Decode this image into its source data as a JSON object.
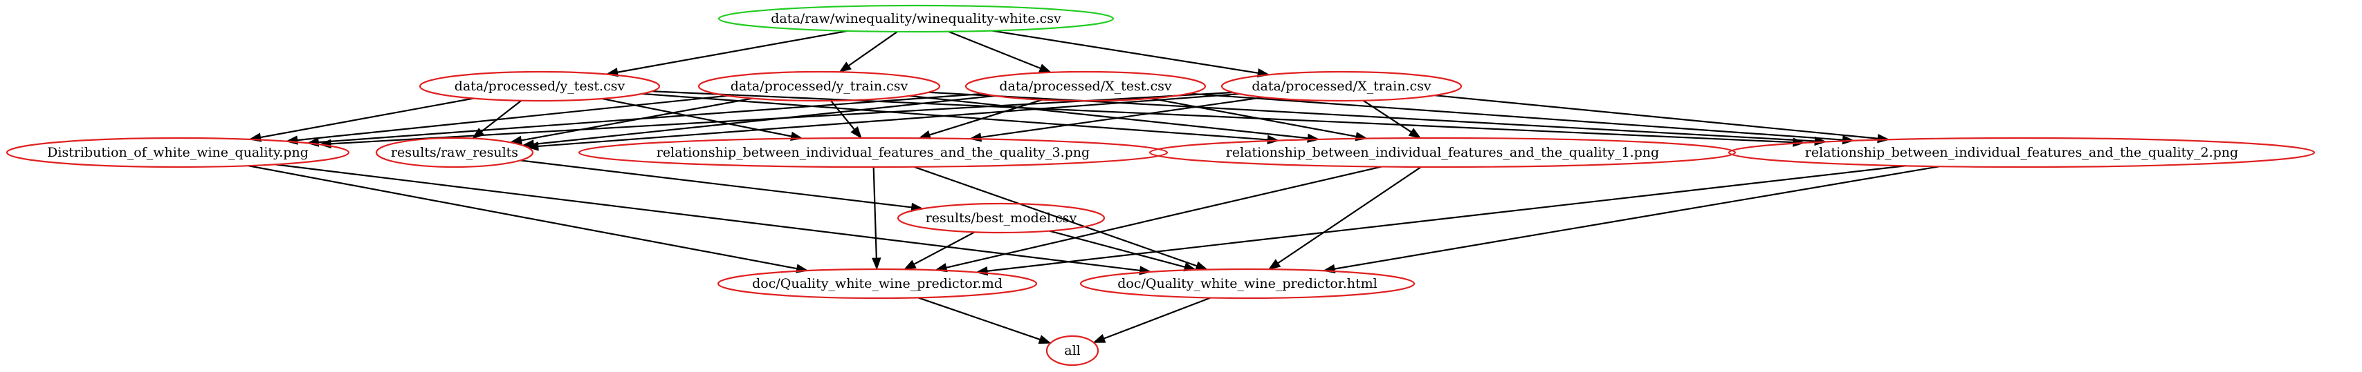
{
  "colors": {
    "source_border": "#22cc22",
    "node_border": "#e02020",
    "edge": "#000000"
  },
  "nodes": [
    {
      "id": "raw",
      "label": "data/raw/winequality/winequality-white.csv",
      "border": "source"
    },
    {
      "id": "ytest",
      "label": "data/processed/y_test.csv",
      "border": "node"
    },
    {
      "id": "ytrain",
      "label": "data/processed/y_train.csv",
      "border": "node"
    },
    {
      "id": "xtest",
      "label": "data/processed/X_test.csv",
      "border": "node"
    },
    {
      "id": "xtrain",
      "label": "data/processed/X_train.csv",
      "border": "node"
    },
    {
      "id": "dist",
      "label": "Distribution_of_white_wine_quality.png",
      "border": "node"
    },
    {
      "id": "raw_results",
      "label": "results/raw_results",
      "border": "node"
    },
    {
      "id": "rel3",
      "label": "relationship_between_individual_features_and_the_quality_3.png",
      "border": "node"
    },
    {
      "id": "rel1",
      "label": "relationship_between_individual_features_and_the_quality_1.png",
      "border": "node"
    },
    {
      "id": "rel2",
      "label": "relationship_between_individual_features_and_the_quality_2.png",
      "border": "node"
    },
    {
      "id": "best",
      "label": "results/best_model.csv",
      "border": "node"
    },
    {
      "id": "md",
      "label": "doc/Quality_white_wine_predictor.md",
      "border": "node"
    },
    {
      "id": "html",
      "label": "doc/Quality_white_wine_predictor.html",
      "border": "node"
    },
    {
      "id": "all",
      "label": "all",
      "border": "node"
    }
  ],
  "edges": [
    [
      "raw",
      "ytest"
    ],
    [
      "raw",
      "ytrain"
    ],
    [
      "raw",
      "xtest"
    ],
    [
      "raw",
      "xtrain"
    ],
    [
      "ytest",
      "dist"
    ],
    [
      "ytest",
      "raw_results"
    ],
    [
      "ytest",
      "rel3"
    ],
    [
      "ytest",
      "rel1"
    ],
    [
      "ytest",
      "rel2"
    ],
    [
      "ytrain",
      "dist"
    ],
    [
      "ytrain",
      "raw_results"
    ],
    [
      "ytrain",
      "rel3"
    ],
    [
      "ytrain",
      "rel1"
    ],
    [
      "ytrain",
      "rel2"
    ],
    [
      "xtest",
      "dist"
    ],
    [
      "xtest",
      "raw_results"
    ],
    [
      "xtest",
      "rel3"
    ],
    [
      "xtest",
      "rel1"
    ],
    [
      "xtest",
      "rel2"
    ],
    [
      "xtrain",
      "dist"
    ],
    [
      "xtrain",
      "raw_results"
    ],
    [
      "xtrain",
      "rel3"
    ],
    [
      "xtrain",
      "rel1"
    ],
    [
      "xtrain",
      "rel2"
    ],
    [
      "dist",
      "md"
    ],
    [
      "dist",
      "html"
    ],
    [
      "raw_results",
      "best"
    ],
    [
      "rel3",
      "md"
    ],
    [
      "rel3",
      "html"
    ],
    [
      "rel1",
      "md"
    ],
    [
      "rel1",
      "html"
    ],
    [
      "rel2",
      "md"
    ],
    [
      "rel2",
      "html"
    ],
    [
      "best",
      "md"
    ],
    [
      "best",
      "html"
    ],
    [
      "md",
      "all"
    ],
    [
      "html",
      "all"
    ]
  ]
}
